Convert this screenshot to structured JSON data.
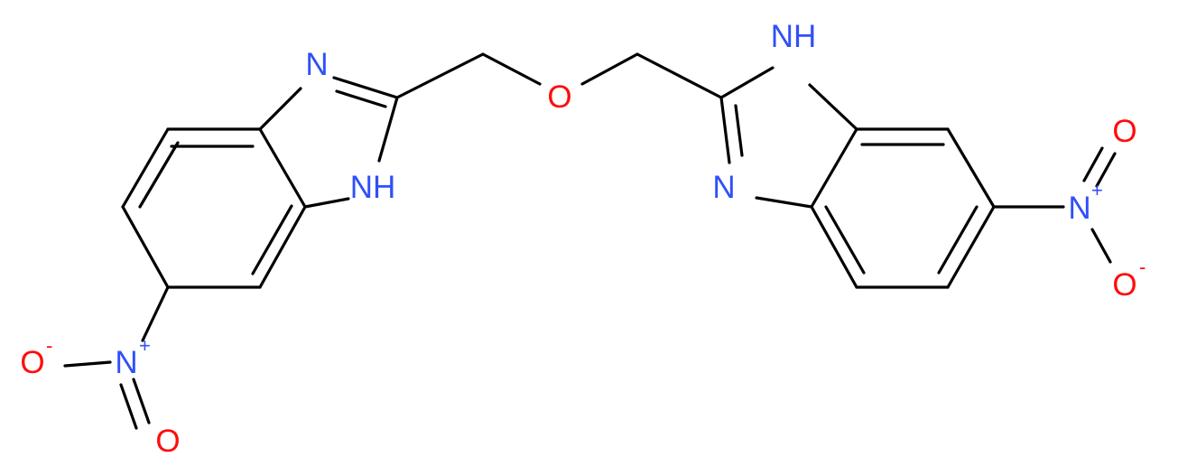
{
  "colors": {
    "bond": "#000000",
    "nitrogen": "#3050f8",
    "oxygen": "#ff0d0d",
    "background": "#ffffff"
  },
  "atoms": {
    "n_left_imine": "N",
    "nh_left": "NH",
    "o_ether": "O",
    "nh_right": "NH",
    "n_right_imine": "N",
    "n_nitro_left": "N",
    "n_nitro_left_charge": "+",
    "o_nitro_left_minus": "O",
    "o_nitro_left_minus_charge": "-",
    "o_nitro_left_double": "O",
    "n_nitro_right": "N",
    "n_nitro_right_charge": "+",
    "o_nitro_right_double": "O",
    "o_nitro_right_minus": "O",
    "o_nitro_right_minus_charge": "-"
  }
}
